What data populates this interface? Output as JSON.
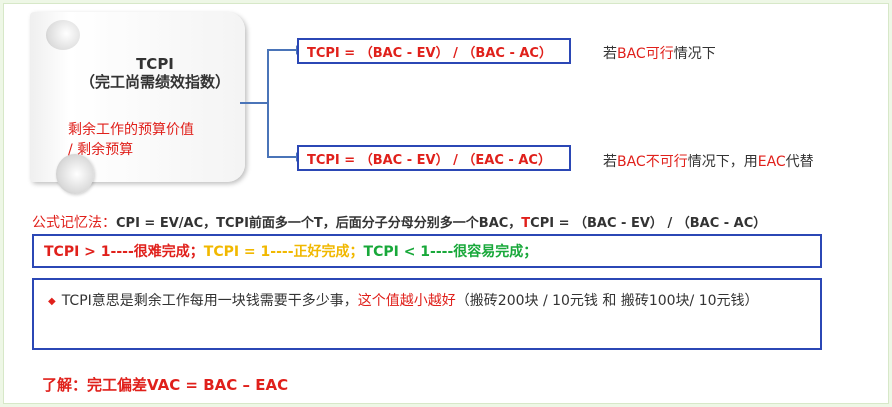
{
  "scroll": {
    "title": "TCPI",
    "subtitle": "（完工尚需绩效指数）",
    "line1": "剩余工作的预算价值",
    "line2": "/  剩余预算"
  },
  "formula1": "TCPI =  （BAC - EV） /  （BAC - AC）",
  "formula2": "TCPI =  （BAC - EV） /  （EAC - AC）",
  "note1": {
    "prefix": "若",
    "bac": "BAC",
    "red": "可行",
    "suffix": "情况下"
  },
  "note2": {
    "prefix": "若",
    "bac": "BAC",
    "red": "不可行",
    "mid": "情况下，用",
    "eac": "EAC",
    "suffix": "代替"
  },
  "mnemonic": {
    "label": "公式记忆法：",
    "text": "CPI = EV/AC，TCPI前面多一个T，后面分子分母分别多一个BAC，",
    "t": "T",
    "formula": "CPI =  （BAC - EV） /  （BAC - AC）"
  },
  "rules": {
    "gt": "TCPI > 1----很难完成；",
    "eq": "TCPI = 1----正好完成；",
    "lt": "TCPI  < 1----很容易完成；"
  },
  "meaning": {
    "part1": "TCPI意思是剩余工作每用一块钱需要干多少事，",
    "part2": "这个值越小越好",
    "part3": "（搬砖200块 / 10元钱   和  搬砖100块/ 10元钱）"
  },
  "understand": "了解：完工偏差VAC = BAC – EAC",
  "colors": {
    "red": "#e0201b",
    "yellow": "#f1b800",
    "green": "#18a83a",
    "blue": "#2b47b5"
  }
}
